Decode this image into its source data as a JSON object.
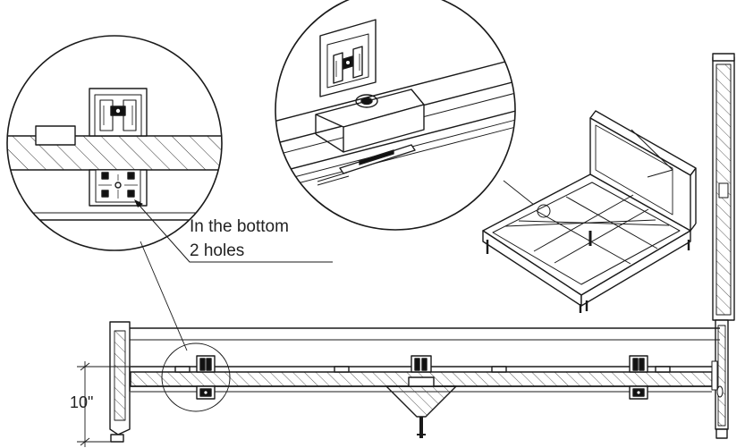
{
  "callout": {
    "line1": "In the bottom",
    "line2": "2 holes"
  },
  "dimension": {
    "height_label": "10\""
  },
  "colors": {
    "line": "#1a1a1a",
    "hatch": "#333333",
    "background": "#ffffff"
  }
}
